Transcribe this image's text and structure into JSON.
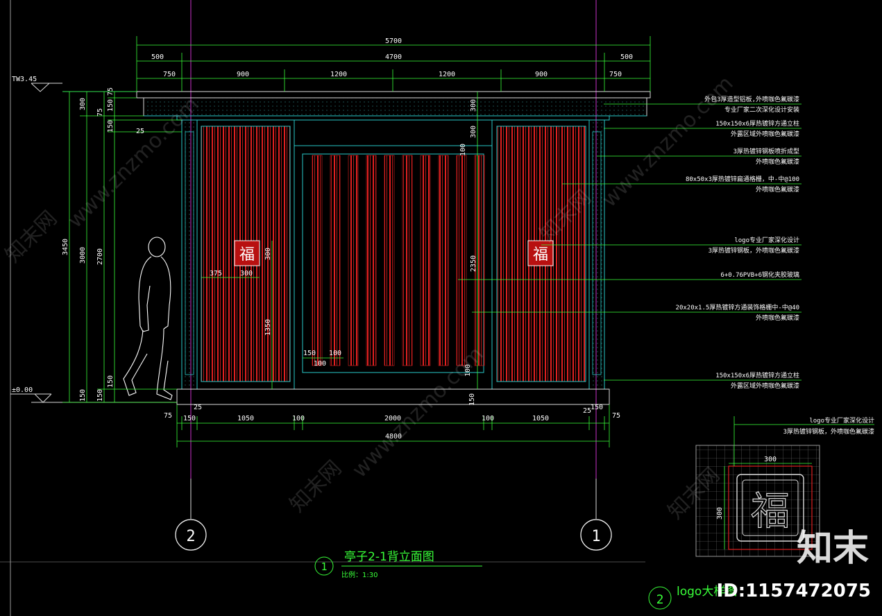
{
  "colors": {
    "background": "#000000",
    "dim": "#39ff39",
    "frame": "#27c9c9",
    "panel": "#e02020",
    "axis": "#c832c8",
    "text": "#ffffff",
    "title": "#39ff39"
  },
  "level_labels": {
    "top": "TW3.45",
    "ground": "±0.00"
  },
  "top_dims": {
    "overall": "5700",
    "inner": "4700",
    "left_overhang": "500",
    "right_overhang": "500",
    "segments": [
      "750",
      "900",
      "1200",
      "1200",
      "900",
      "750"
    ]
  },
  "left_dims": {
    "total": "3450",
    "mid": "3000",
    "inner": "2700",
    "roof_a": "75",
    "roof_b": "150",
    "roof_c": "75",
    "roof_d": "150",
    "fascia": "300",
    "base_a": "150",
    "base_b": "150",
    "base_c": "150",
    "edge": "25"
  },
  "inner_dims": {
    "top_gap": "300",
    "top_100": "100",
    "height_2350": "2350",
    "bottom_100": "100",
    "base_150": "150",
    "logo_h": "300",
    "logo_w": "300",
    "logo_off": "375",
    "logo_y": "1350",
    "slat_150": "150",
    "slat_100": "100",
    "slat_100b": "100"
  },
  "bottom_dims": {
    "total": "4800",
    "segments": [
      "75",
      "150",
      "1050",
      "100",
      "2000",
      "100",
      "1050",
      "25",
      "150",
      "75"
    ],
    "edge_l": "25",
    "edge_r": "25",
    "end_r": "150"
  },
  "annotations": [
    {
      "l1": "外包3厚造型铝板,外喷咖色氟碳漆",
      "l2": "专业厂家二次深化设计安装"
    },
    {
      "l1": "150x150x6厚热镀锌方通立柱",
      "l2": "外露区域外喷咖色氟碳漆"
    },
    {
      "l1": "3厚热镀锌钢板喷折成型",
      "l2": "外喷咖色氟碳漆"
    },
    {
      "l1": "80x50x3厚热镀锌扁通格栅，中-中@100",
      "l2": "外喷咖色氟碳漆"
    },
    {
      "l1": "logo专业厂家深化设计",
      "l2": "3厚热镀锌钢板，外喷咖色氟碳漆"
    },
    {
      "l1": "6+0.76PVB+6钢化夹胶玻璃",
      "l2": ""
    },
    {
      "l1": "20x20x1.5厚热镀锌方通装饰格栅中-中@40",
      "l2": "外喷咖色氟碳漆"
    },
    {
      "l1": "150x150x6厚热镀锌方通立柱",
      "l2": "外露区域外喷咖色氟碳漆"
    }
  ],
  "logo_detail": {
    "l1": "logo专业厂家深化设计",
    "l2": "3厚热镀锌钢板，外喷咖色氟碳漆",
    "width": "300",
    "height": "300",
    "glyph": "福"
  },
  "axes": {
    "left": "2",
    "right": "1"
  },
  "title": {
    "number": "1",
    "main": "亭子2-1背立面图",
    "scale": "比例：1:30"
  },
  "title2": {
    "number": "2",
    "main": "logo大样图"
  },
  "watermark": {
    "site": "www.znzmo.com",
    "brand": "知末网",
    "logo": "知末",
    "id": "ID:1157472075"
  }
}
